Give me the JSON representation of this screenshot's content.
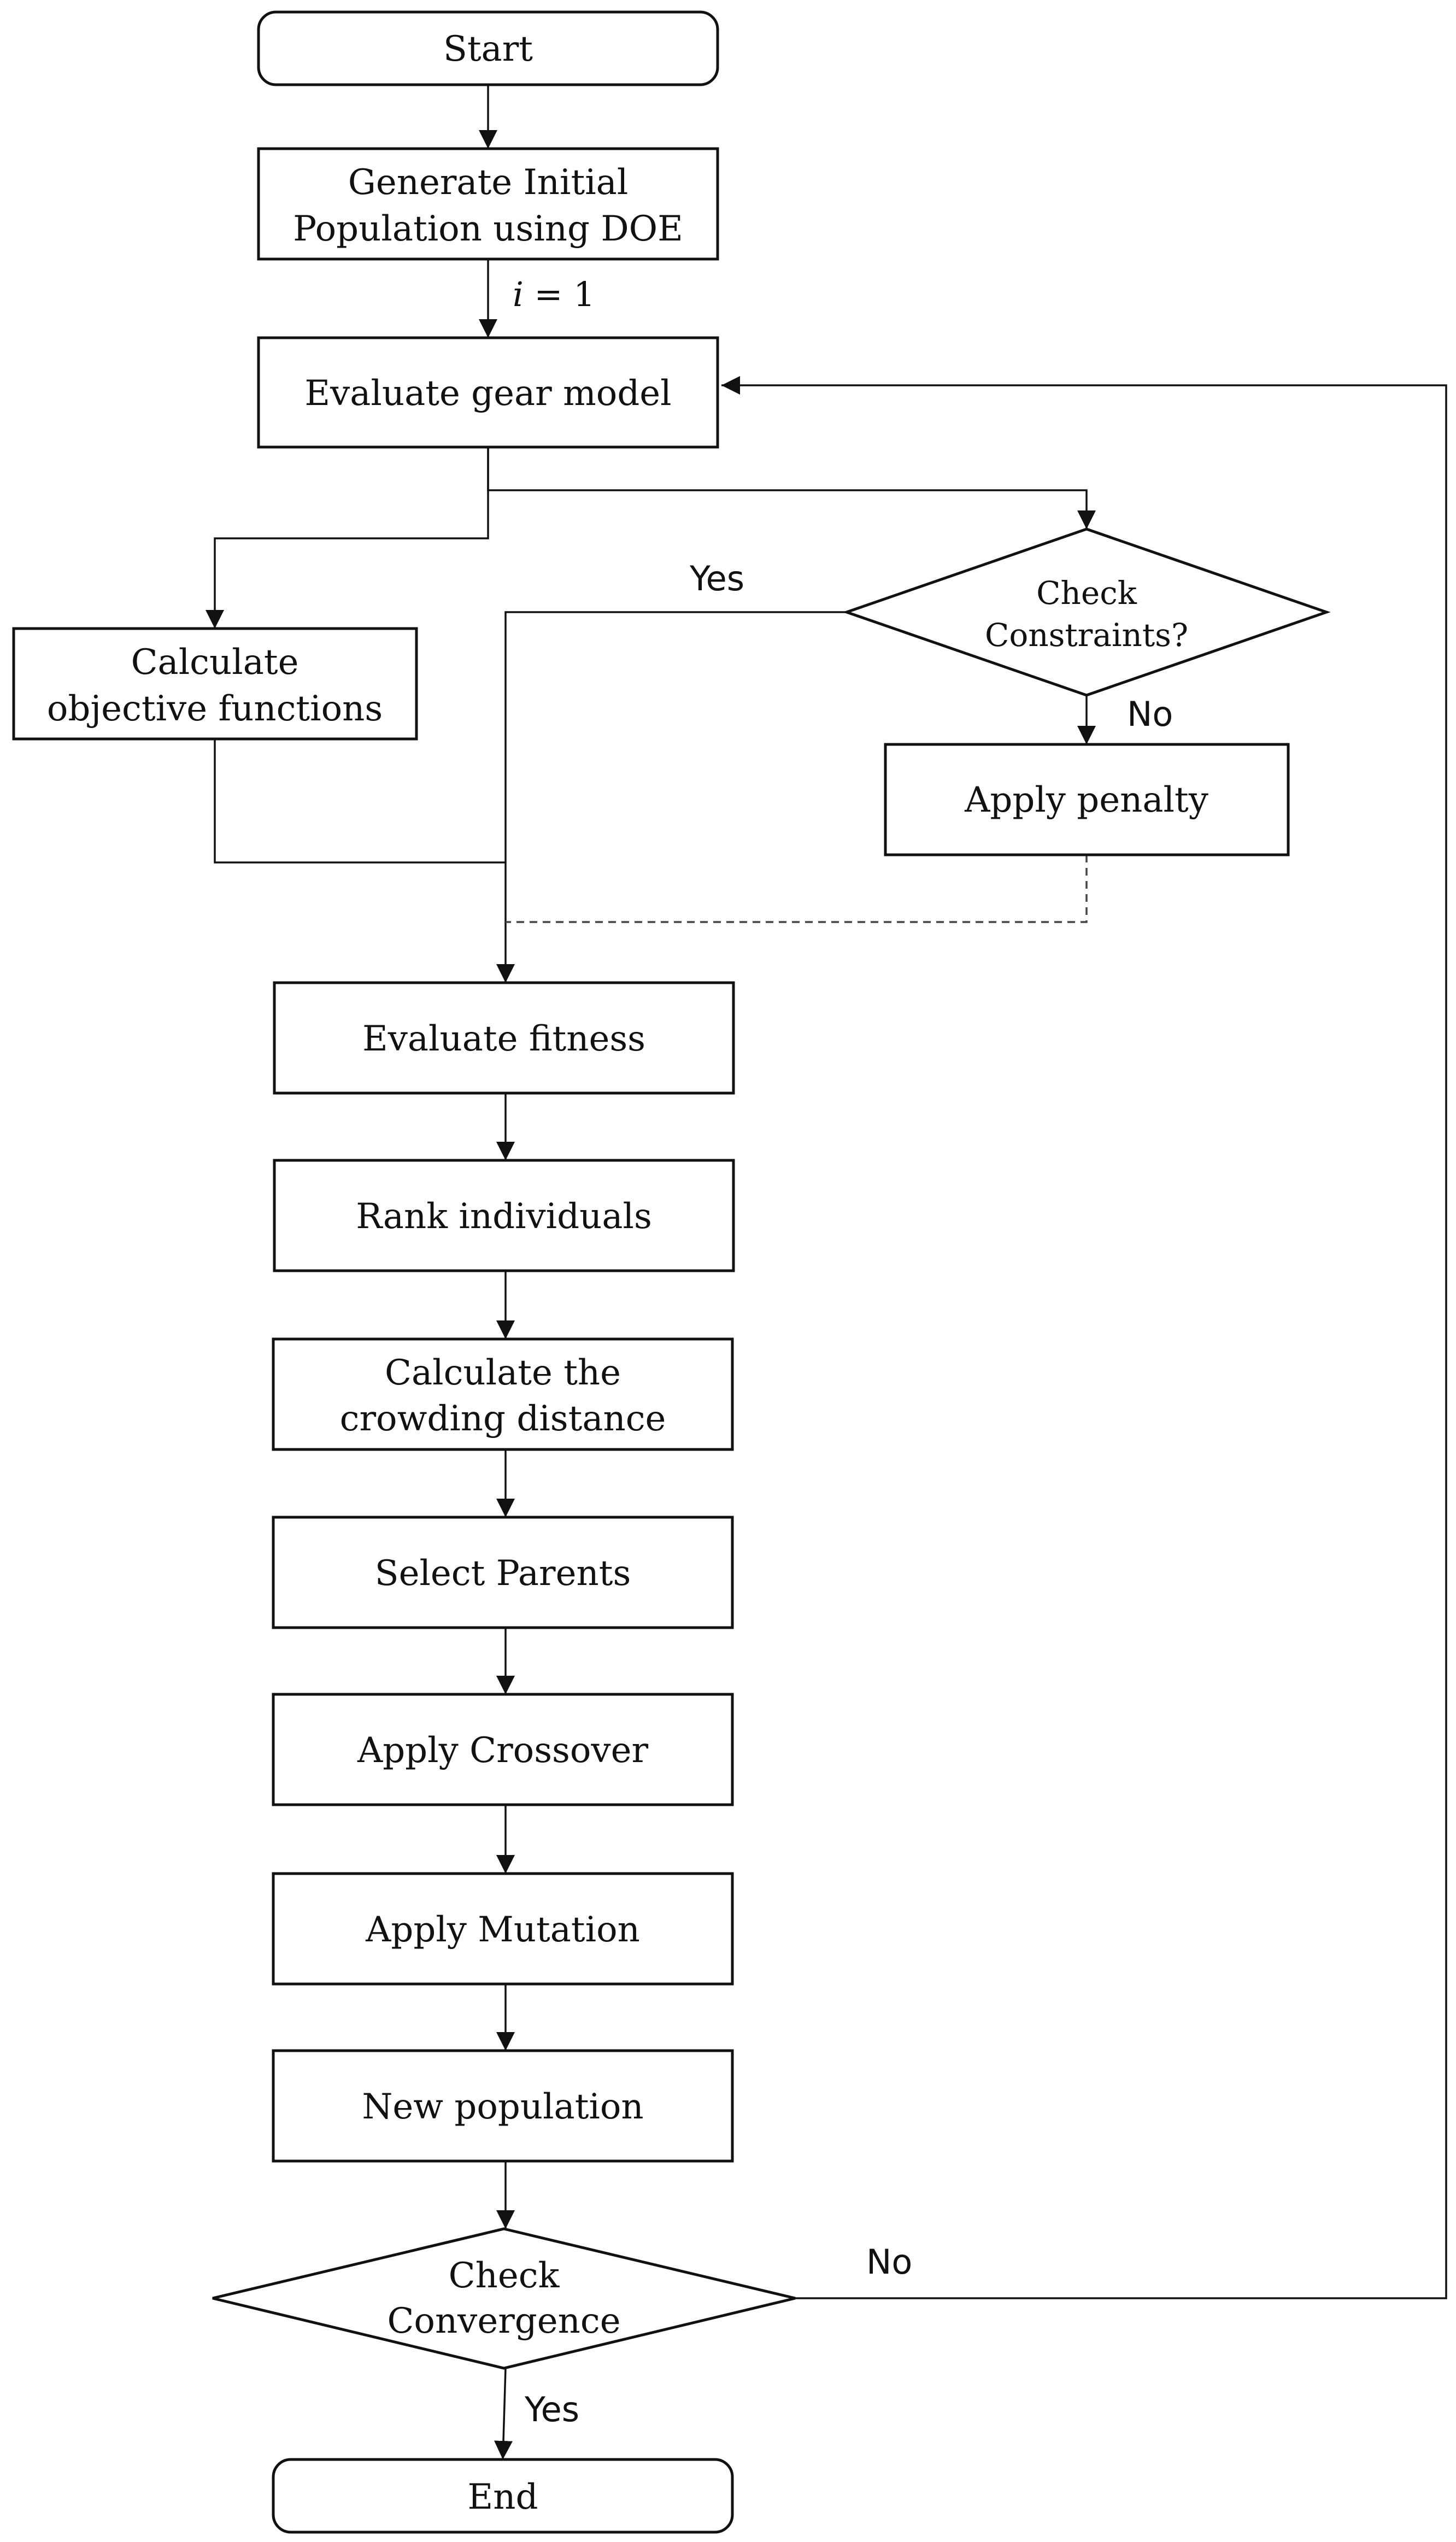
{
  "nodes": {
    "start": "Start",
    "generate_1": "Generate Initial",
    "generate_2": "Population using DOE",
    "evaluate_gear": "Evaluate gear model",
    "calc_obj_1": "Calculate",
    "calc_obj_2": "objective functions",
    "check_constraints_1": "Check",
    "check_constraints_2": "Constraints?",
    "apply_penalty": "Apply penalty",
    "evaluate_fitness": "Evaluate fitness",
    "rank": "Rank individuals",
    "crowding_1": "Calculate the",
    "crowding_2": "crowding distance",
    "select_parents": "Select Parents",
    "crossover": "Apply Crossover",
    "mutation": "Apply Mutation",
    "new_population": "New population",
    "check_convergence_1": "Check",
    "check_convergence_2": "Convergence",
    "end": "End"
  },
  "edge_labels": {
    "counter_italic": "i",
    "counter_rest": " = 1",
    "constraints_yes": "Yes",
    "constraints_no": "No",
    "convergence_no": "No",
    "convergence_yes": "Yes"
  },
  "colors": {
    "stroke": "#111111",
    "background": "#ffffff"
  }
}
